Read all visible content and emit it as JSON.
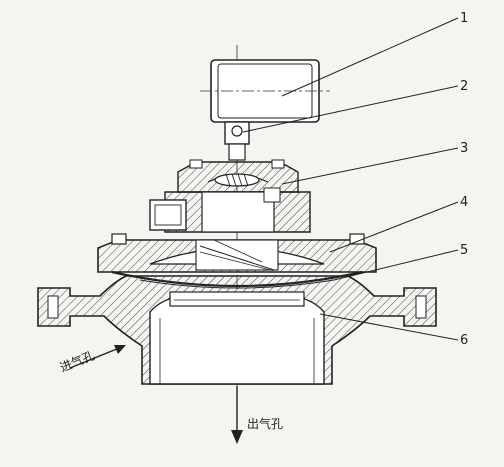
{
  "labels": [
    "1",
    "2",
    "3",
    "4",
    "5",
    "6"
  ],
  "inlet": "进气孔",
  "outlet": "出气孔",
  "colors": {
    "line": "#222222",
    "hatch": "#444444",
    "paper": "#f6f4f0"
  }
}
